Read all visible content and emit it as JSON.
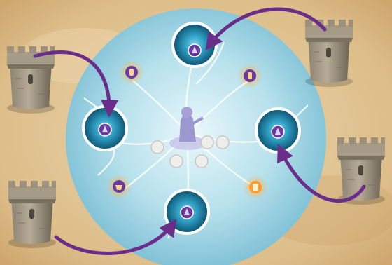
{
  "scene": {
    "kind": "board-game-illustration",
    "background": "parchment",
    "colors": {
      "parchment_light": "#e9d2a6",
      "parchment_mid": "#d9b983",
      "parchment_dark": "#c49a62",
      "ice_light": "#e7f6fb",
      "ice_mid": "#9fd3e3",
      "ice_dark": "#4f9db8",
      "portal_dark": "#0e5b7a",
      "portal_glow": "#3fb4d6",
      "arrow": "#6a2d8a",
      "token_purple": "#6b3aa0",
      "token_orange": "#f2a23a",
      "tower_stone": "#a59a86",
      "tower_shadow": "#6f6556"
    }
  },
  "board": {
    "portal_icons": [
      "wizard-icon",
      "wizard-icon",
      "wizard-icon",
      "wizard-icon"
    ],
    "magic_token_icons": [
      "potion-icon",
      "potion-icon",
      "cauldron-icon",
      "scroll-icon"
    ],
    "center_statue_icon": "statue-icon",
    "white_token_count": 5
  },
  "towers": [
    {
      "name": "top-right"
    },
    {
      "name": "left-upper"
    },
    {
      "name": "right-middle"
    },
    {
      "name": "left-lower"
    }
  ],
  "arrows": [
    {
      "from": "tower-top-right",
      "to": "portal-top"
    },
    {
      "from": "tower-left-upper",
      "to": "portal-left"
    },
    {
      "from": "tower-right-middle",
      "to": "portal-right"
    },
    {
      "from": "tower-left-lower",
      "to": "portal-bottom"
    }
  ]
}
